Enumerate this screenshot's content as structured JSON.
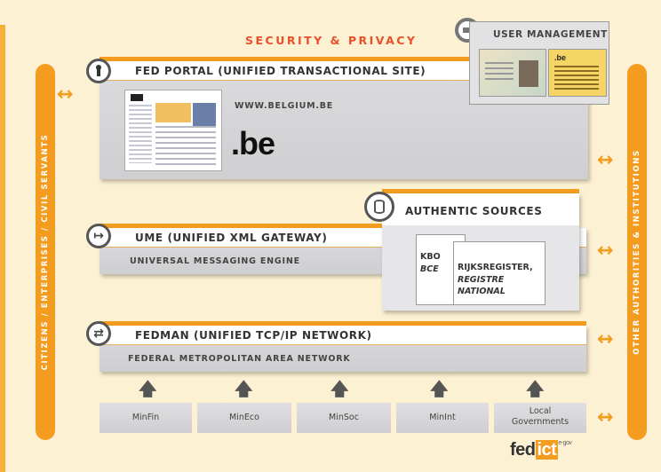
{
  "security_privacy": "SECURITY & PRIVACY",
  "user_management": "USER MANAGEMENT",
  "fed_portal": {
    "title": "FED PORTAL (UNIFIED TRANSACTIONAL SITE)",
    "url": "WWW.BELGIUM.BE",
    "logo": ".be"
  },
  "ume": {
    "title": "UME (UNIFIED XML GATEWAY)",
    "subtitle": "UNIVERSAL MESSAGING ENGINE"
  },
  "authentic_sources": {
    "title": "AUTHENTIC SOURCES",
    "kbo_line1": "KBO",
    "kbo_line2": "BCE",
    "rr_line1": "RIJKSREGISTER,",
    "rr_line2": "REGISTRE NATIONAL"
  },
  "fedman": {
    "title": "FEDMAN (UNIFIED TCP/IP NETWORK)",
    "subtitle": "FEDERAL METROPOLITAN AREA NETWORK"
  },
  "ministries": [
    "MinFin",
    "MinEco",
    "MinSoc",
    "MinInt"
  ],
  "local_gov_line1": "Local",
  "local_gov_line2": "Governments",
  "left_sidebar": "CITIZENS / ENTERPRISES / CIVIL SERVANTS",
  "right_sidebar": "OTHER AUTHORITIES & INSTITUTIONS",
  "arrow_glyph": "↔",
  "brand": {
    "part1": "fed",
    "part2": "ict",
    "tag": "e-gov"
  },
  "colors": {
    "orange": "#f39c1f",
    "red_title": "#e8502a",
    "panel_gray": "#d3d3d5",
    "background": "#fdf1d3"
  }
}
